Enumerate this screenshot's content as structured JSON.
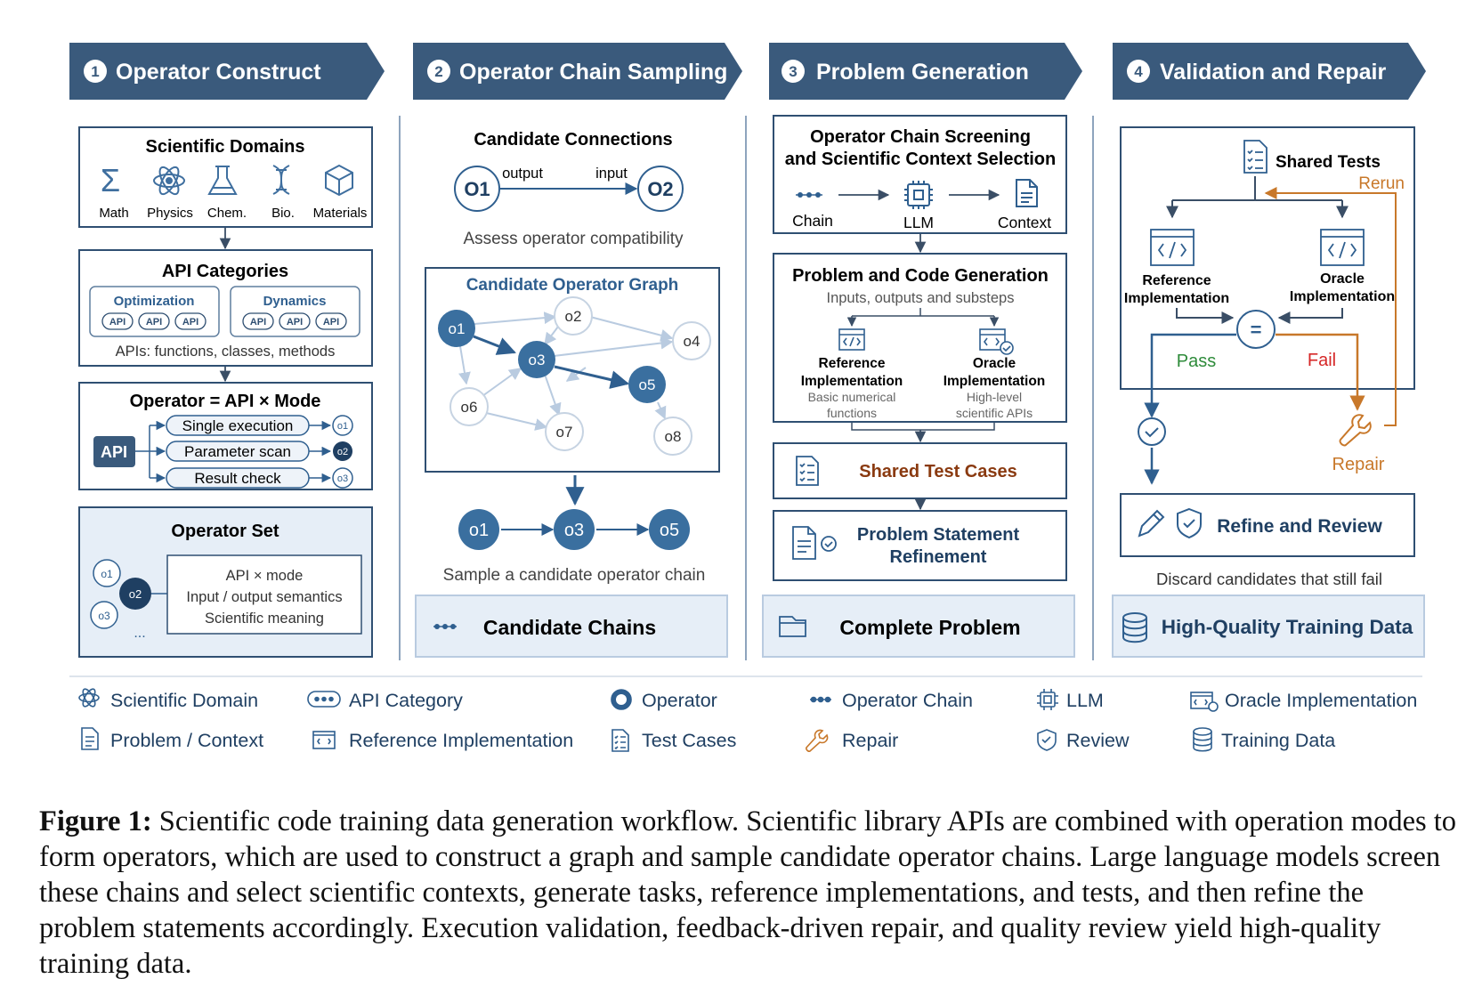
{
  "colors": {
    "navy": "#3a5a7c",
    "border": "#2f4f72",
    "accent": "#3f6f9f",
    "pass": "#2e8b3a",
    "fail": "#d62828",
    "repair": "#c8782a",
    "tan": "#8a3a10"
  },
  "stages": [
    {
      "num": "1",
      "title": "Operator Construct"
    },
    {
      "num": "2",
      "title": "Operator Chain Sampling"
    },
    {
      "num": "3",
      "title": "Problem Generation"
    },
    {
      "num": "4",
      "title": "Validation and Repair"
    }
  ],
  "s1": {
    "domains_title": "Scientific Domains",
    "domains": [
      {
        "label": "Math",
        "icon": "sigma-icon"
      },
      {
        "label": "Physics",
        "icon": "atom-icon"
      },
      {
        "label": "Chem.",
        "icon": "flask-icon"
      },
      {
        "label": "Bio.",
        "icon": "dna-icon"
      },
      {
        "label": "Materials",
        "icon": "cube-icon"
      }
    ],
    "api_title": "API Categories",
    "cat_optimization": "Optimization",
    "cat_dynamics": "Dynamics",
    "api_pill": "API",
    "api_note": "APIs: functions, classes, methods",
    "operator_title": "Operator = API × Mode",
    "api_box": "API",
    "modes": [
      "Single execution",
      "Parameter scan",
      "Result check"
    ],
    "mode_outputs": [
      "o1",
      "o2",
      "o3"
    ],
    "set_title": "Operator Set",
    "set_ops": [
      "o1",
      "o2",
      "o3"
    ],
    "set_more": "...",
    "set_lines": [
      "API × mode",
      "Input / output semantics",
      "Scientific meaning"
    ]
  },
  "s2": {
    "cand_title": "Candidate Connections",
    "o1": "O1",
    "o2": "O2",
    "output": "output",
    "input": "input",
    "assess": "Assess operator compatibility",
    "graph_title": "Candidate Operator Graph",
    "graph_nodes": [
      "o1",
      "o2",
      "o3",
      "o4",
      "o5",
      "o6",
      "o7",
      "o8"
    ],
    "chain_nodes": [
      "o1",
      "o3",
      "o5"
    ],
    "sample": "Sample a candidate operator chain",
    "result": "Candidate Chains"
  },
  "s3": {
    "screen_title_1": "Operator Chain Screening",
    "screen_title_2": "and Scientific Context Selection",
    "chain": "Chain",
    "llm": "LLM",
    "context": "Context",
    "gen_title": "Problem and Code Generation",
    "gen_sub": "Inputs, outputs and substeps",
    "ref_1": "Reference",
    "ref_2": "Implementation",
    "ref_3": "Basic numerical",
    "ref_4": "functions",
    "ora_1": "Oracle",
    "ora_2": "Implementation",
    "ora_3": "High-level",
    "ora_4": "scientific APIs",
    "shared": "Shared Test Cases",
    "stmt_1": "Problem Statement",
    "stmt_2": "Refinement",
    "result": "Complete Problem"
  },
  "s4": {
    "shared": "Shared Tests",
    "rerun": "Rerun",
    "ref_1": "Reference",
    "ref_2": "Implementation",
    "ora_1": "Oracle",
    "ora_2": "Implementation",
    "eq": "=",
    "pass": "Pass",
    "fail": "Fail",
    "repair": "Repair",
    "refine": "Refine and Review",
    "discard": "Discard candidates that still fail",
    "result": "High-Quality Training Data"
  },
  "legend": [
    {
      "label": "Scientific Domain",
      "icon": "atom-icon"
    },
    {
      "label": "API Category",
      "icon": "dots-pill-icon"
    },
    {
      "label": "Operator",
      "icon": "operator-ring-icon"
    },
    {
      "label": "Operator Chain",
      "icon": "chain-dots-icon"
    },
    {
      "label": "LLM",
      "icon": "chip-icon"
    },
    {
      "label": "Oracle Implementation",
      "icon": "oracle-code-icon"
    },
    {
      "label": "Problem / Context",
      "icon": "document-icon"
    },
    {
      "label": "Reference Implementation",
      "icon": "code-window-icon"
    },
    {
      "label": "Test Cases",
      "icon": "checklist-icon"
    },
    {
      "label": "Repair",
      "icon": "wrench-icon"
    },
    {
      "label": "Review",
      "icon": "shield-check-icon"
    },
    {
      "label": "Training Data",
      "icon": "database-icon"
    }
  ],
  "caption": {
    "label": "Figure 1:",
    "text": " Scientific code training data generation workflow. Scientific library APIs are combined with operation modes to form operators, which are used to construct a graph and sample candidate operator chains. Large language models screen these chains and select scientific contexts, generate tasks, reference implementations, and tests, and then refine the problem statements accordingly. Execution validation, feedback-driven repair, and quality review yield high-quality training data."
  }
}
